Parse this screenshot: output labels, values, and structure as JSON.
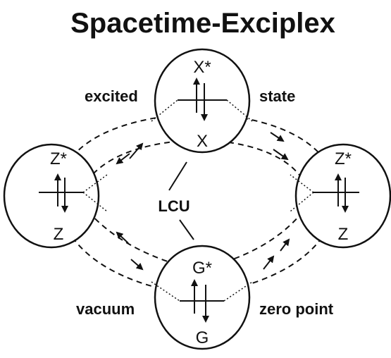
{
  "title": "Spacetime-Exciplex",
  "labels": {
    "excited": "excited",
    "state": "state",
    "vacuum": "vacuum",
    "zero_point": "zero point",
    "lcu": "LCU"
  },
  "nodes": {
    "top": {
      "upper": "X*",
      "lower": "X"
    },
    "left": {
      "upper": "Z*",
      "lower": "Z"
    },
    "right": {
      "upper": "Z*",
      "lower": "Z"
    },
    "bottom": {
      "upper": "G*",
      "lower": "G"
    }
  }
}
